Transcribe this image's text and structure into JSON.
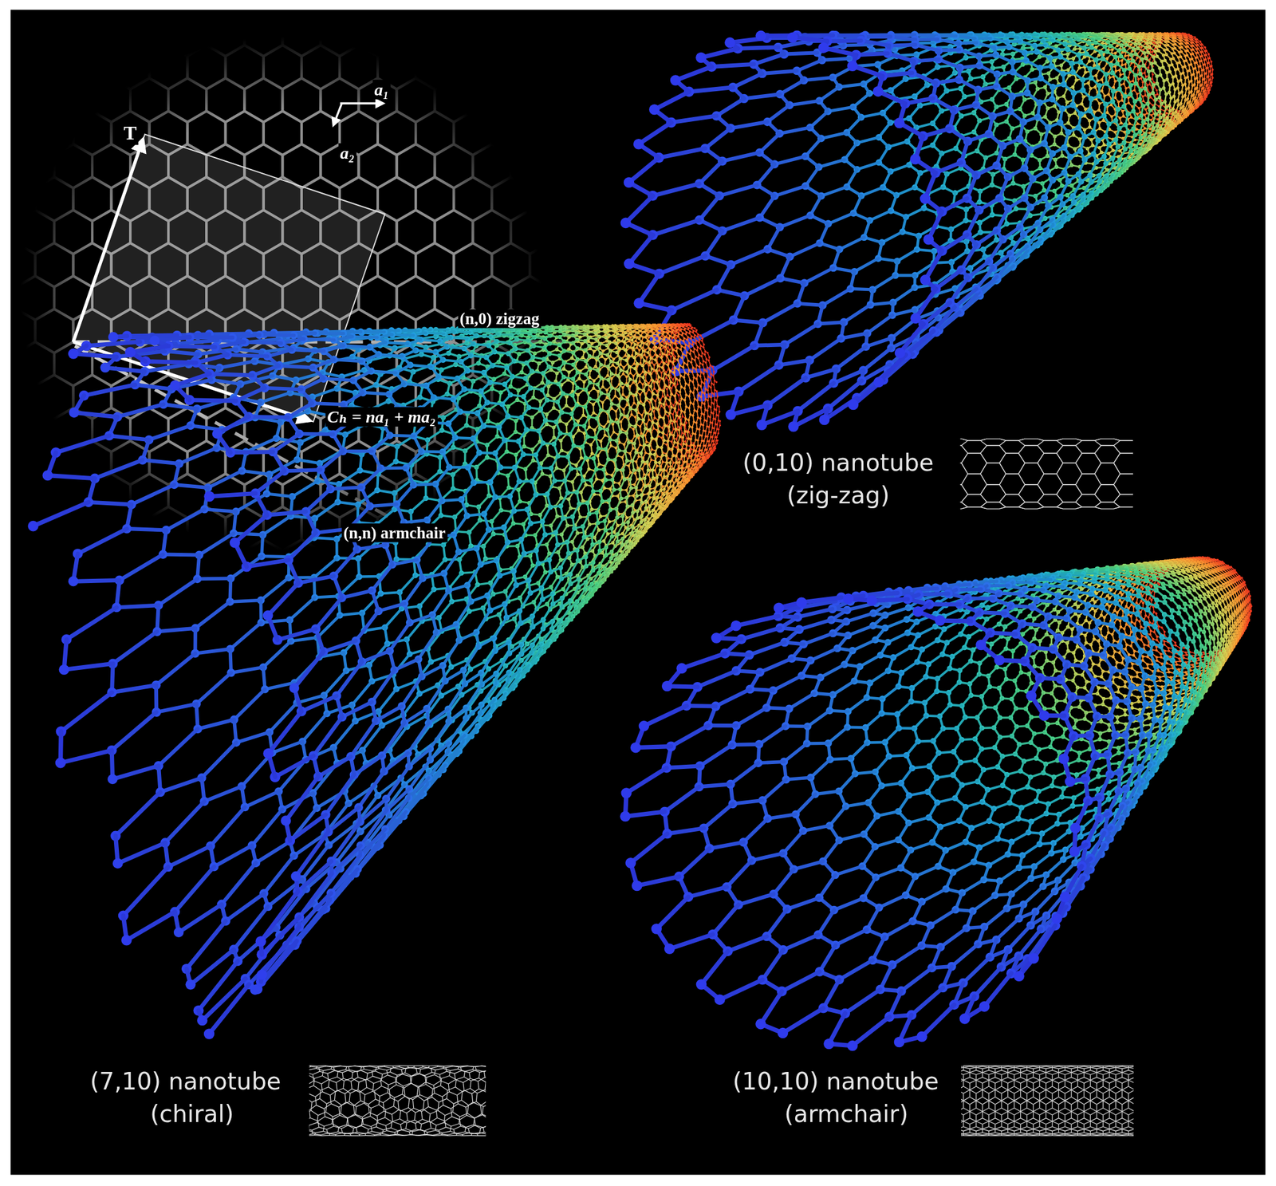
{
  "diagram": {
    "labels": [
      "T",
      "a₁",
      "a₂",
      "(n,0) zigzag",
      "Cₕ = na₁ + ma₂",
      "(n,n) armchair",
      "(0,10) nanotube",
      "(zig-zag)",
      "(7,10) nanotube",
      "(chiral)",
      "(10,10) nanotube",
      "(armchair)"
    ]
  }
}
